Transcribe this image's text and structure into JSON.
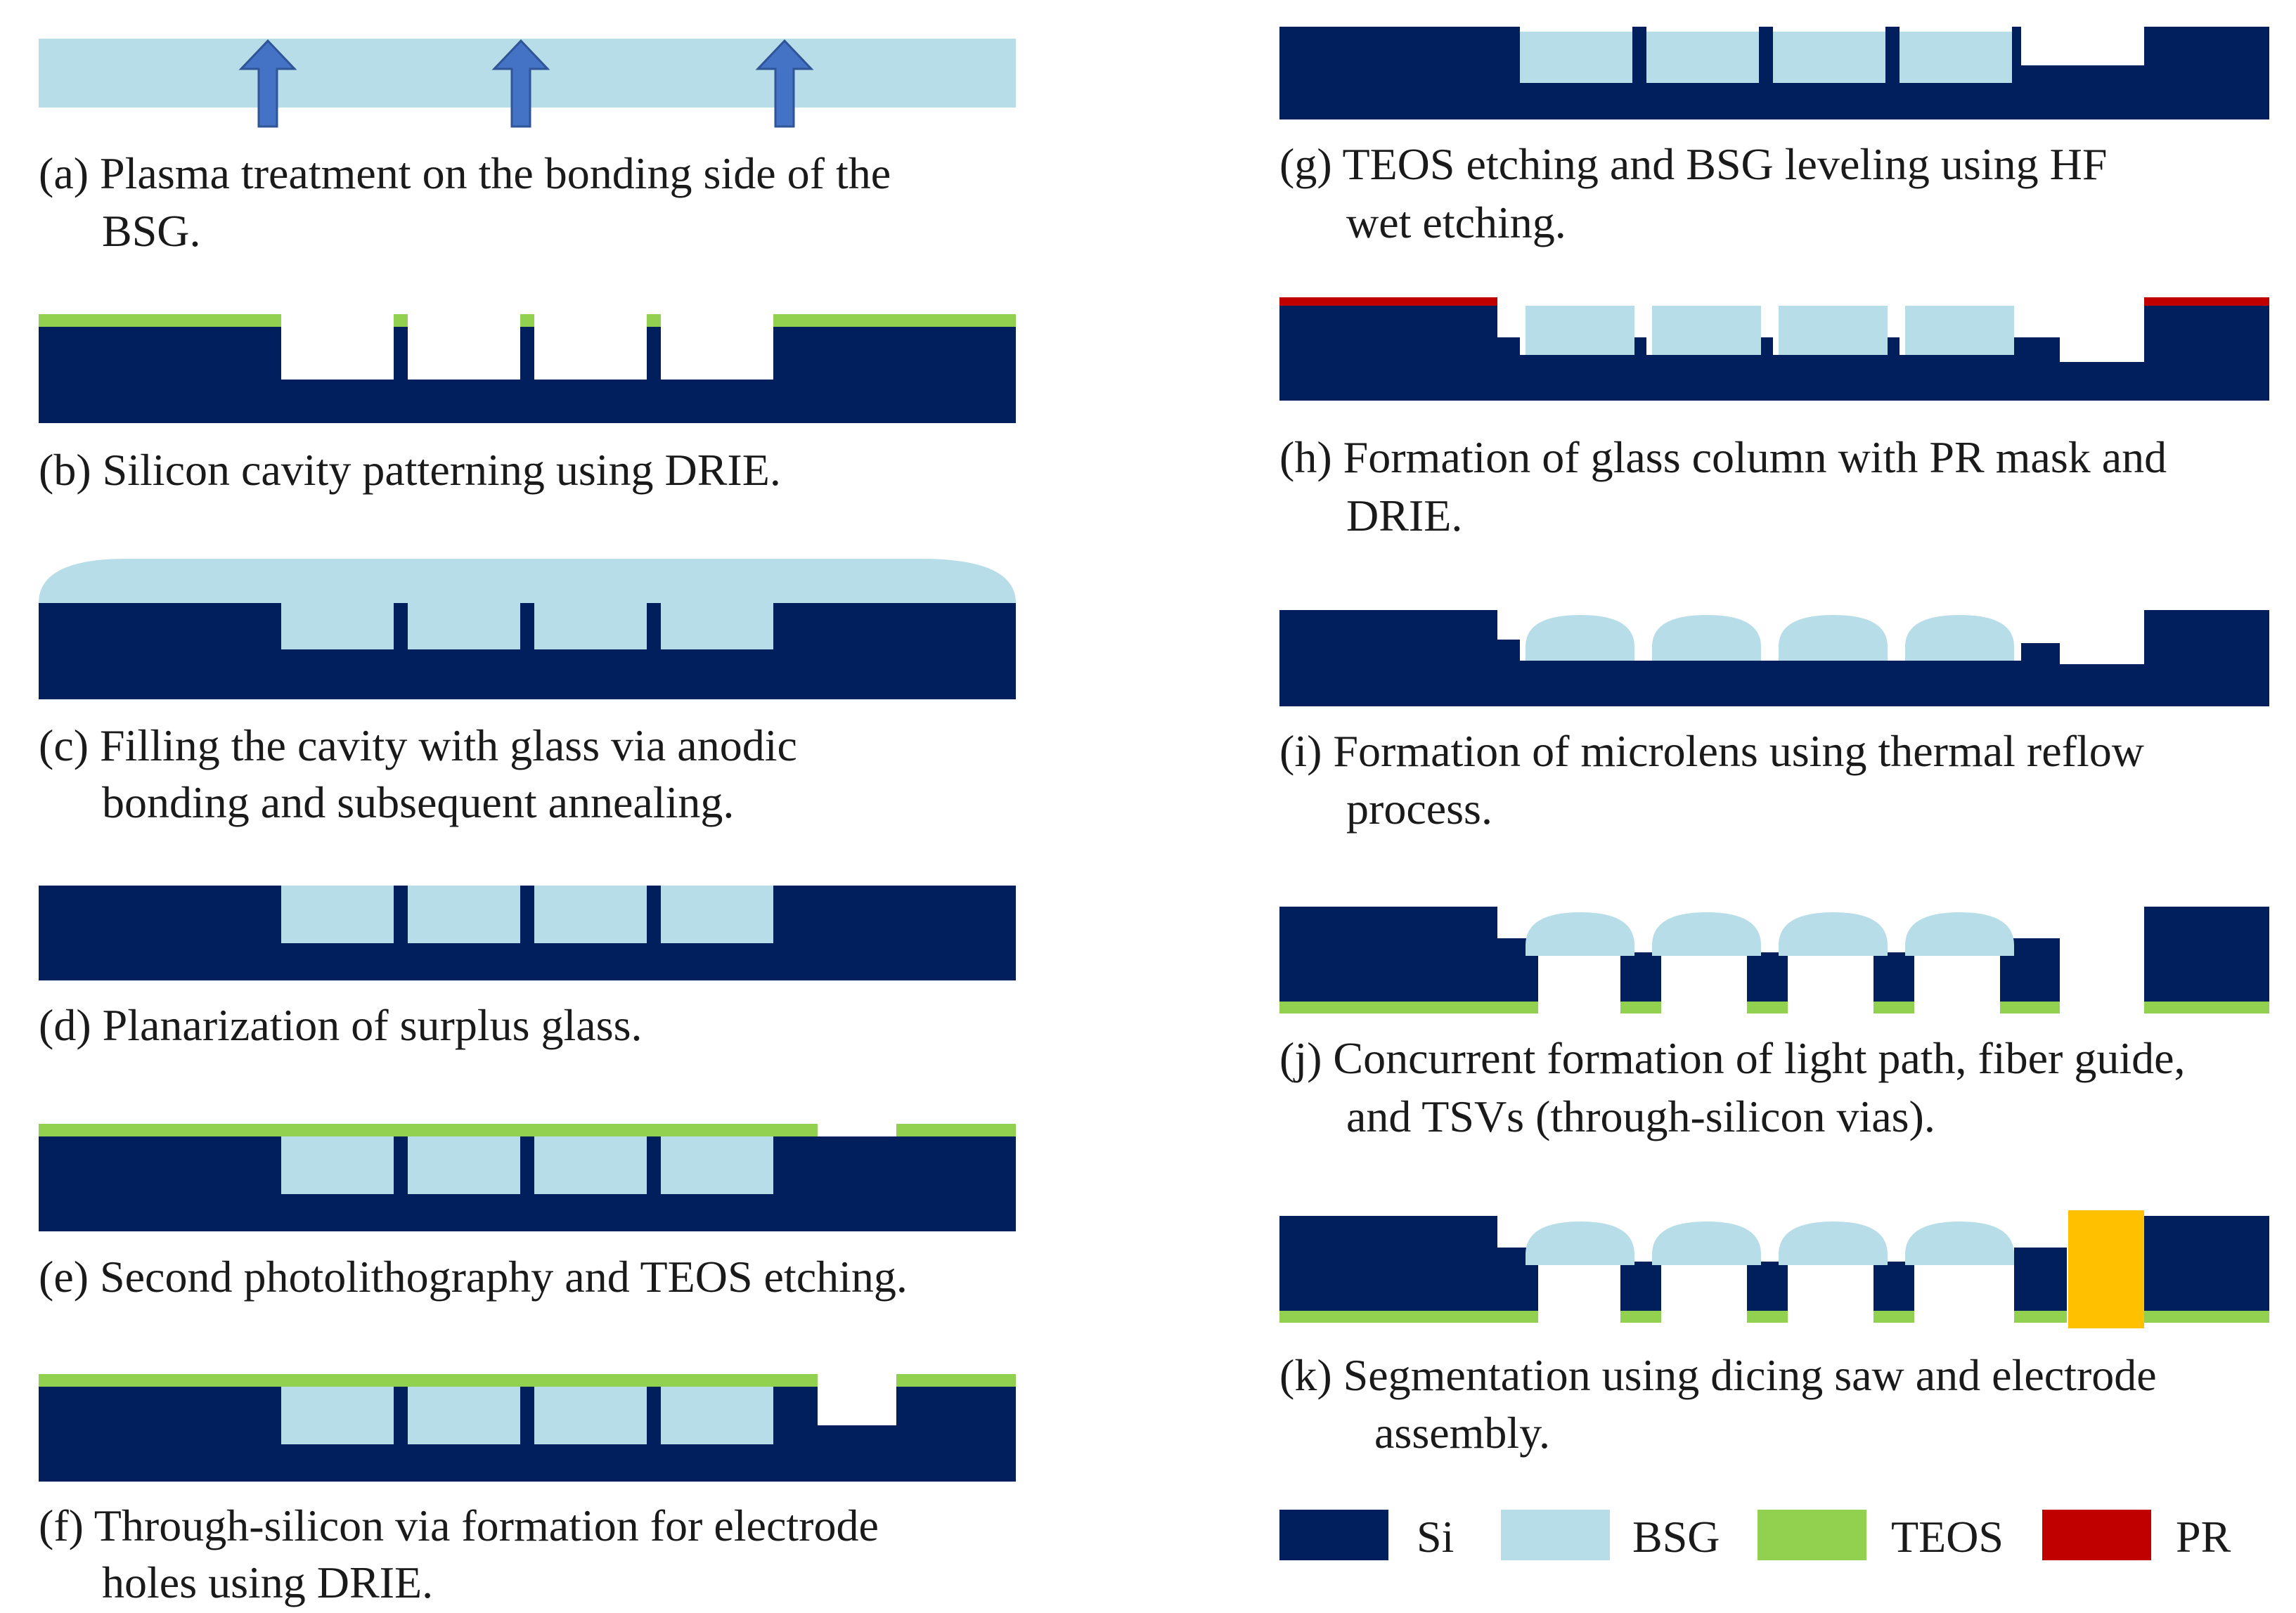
{
  "materials": {
    "si": {
      "color": "#001f5c"
    },
    "bsg": {
      "color": "#b7dde8"
    },
    "teos": {
      "color": "#92d050"
    },
    "pr": {
      "color": "#c00000"
    },
    "electrode": {
      "color": "#ffc000"
    },
    "arrow": {
      "color": "#4472c4"
    }
  },
  "steps": [
    {
      "id": "a",
      "lines": [
        "(a) Plasma treatment on the bonding side of the",
        "BSG."
      ]
    },
    {
      "id": "b",
      "lines": [
        "(b) Silicon cavity patterning using DRIE."
      ]
    },
    {
      "id": "c",
      "lines": [
        "(c) Filling the cavity with glass via anodic",
        "bonding and subsequent annealing."
      ]
    },
    {
      "id": "d",
      "lines": [
        "(d) Planarization of surplus glass."
      ]
    },
    {
      "id": "e",
      "lines": [
        "(e) Second photolithography and TEOS etching."
      ]
    },
    {
      "id": "f",
      "lines": [
        "(f) Through-silicon via formation for electrode",
        "holes using DRIE."
      ]
    },
    {
      "id": "g",
      "lines": [
        "(g) TEOS etching and BSG leveling using HF",
        "wet etching."
      ]
    },
    {
      "id": "h",
      "lines": [
        "(h) Formation of glass column with PR mask and",
        "DRIE."
      ]
    },
    {
      "id": "i",
      "lines": [
        "(i) Formation of microlens using thermal reflow",
        "process."
      ]
    },
    {
      "id": "j",
      "lines": [
        "(j) Concurrent formation of light path, fiber guide,",
        "and TSVs (through-silicon vias)."
      ]
    },
    {
      "id": "k",
      "lines": [
        "(k) Segmentation using dicing saw and electrode",
        "assembly."
      ]
    }
  ],
  "legend": [
    {
      "label": "Si",
      "color": "#001f5c"
    },
    {
      "label": "BSG",
      "color": "#b7dde8"
    },
    {
      "label": "TEOS",
      "color": "#92d050"
    },
    {
      "label": "PR",
      "color": "#c00000"
    }
  ]
}
